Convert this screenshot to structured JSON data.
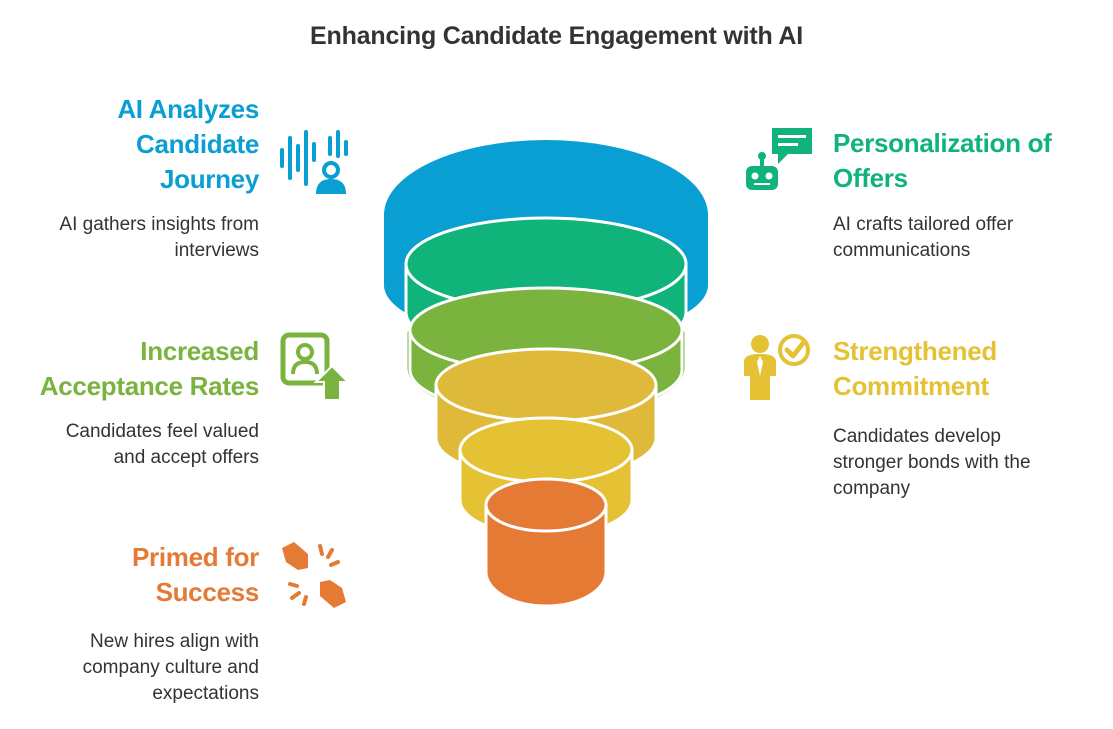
{
  "title": "Enhancing Candidate Engagement with AI",
  "colors": {
    "blue": "#0a9fd3",
    "teal": "#10b37a",
    "green": "#7ab33e",
    "yellow": "#e4c234",
    "orange": "#e57a35"
  },
  "stages": [
    {
      "heading": "AI Analyzes Candidate Journey",
      "heading_lines": [
        "AI Analyzes",
        "Candidate",
        "Journey"
      ],
      "description_lines": [
        "AI gathers insights from",
        "interviews"
      ],
      "icon": "voice-analysis-person-icon",
      "color": "#0a9fd3"
    },
    {
      "heading": "Personalization of Offers",
      "heading_lines": [
        "Personalization of",
        "Offers"
      ],
      "description_lines": [
        "AI crafts tailored offer",
        "communications"
      ],
      "icon": "robot-chat-icon",
      "color": "#10b37a"
    },
    {
      "heading": "Increased Acceptance Rates",
      "heading_lines": [
        "Increased",
        "Acceptance Rates"
      ],
      "description_lines": [
        "Candidates feel valued",
        "and accept offers"
      ],
      "icon": "profile-arrow-up-icon",
      "color": "#7ab33e"
    },
    {
      "heading": "Strengthened Commitment",
      "heading_lines": [
        "Strengthened",
        "Commitment"
      ],
      "description_lines": [
        "Candidates develop",
        "stronger bonds with the",
        "company"
      ],
      "icon": "person-check-icon",
      "color": "#e4c234"
    },
    {
      "heading": "Primed for Success",
      "heading_lines": [
        "Primed for",
        "Success"
      ],
      "description_lines": [
        "New hires align with",
        "company culture and",
        "expectations"
      ],
      "icon": "fist-bump-icon",
      "color": "#e57a35"
    }
  ]
}
